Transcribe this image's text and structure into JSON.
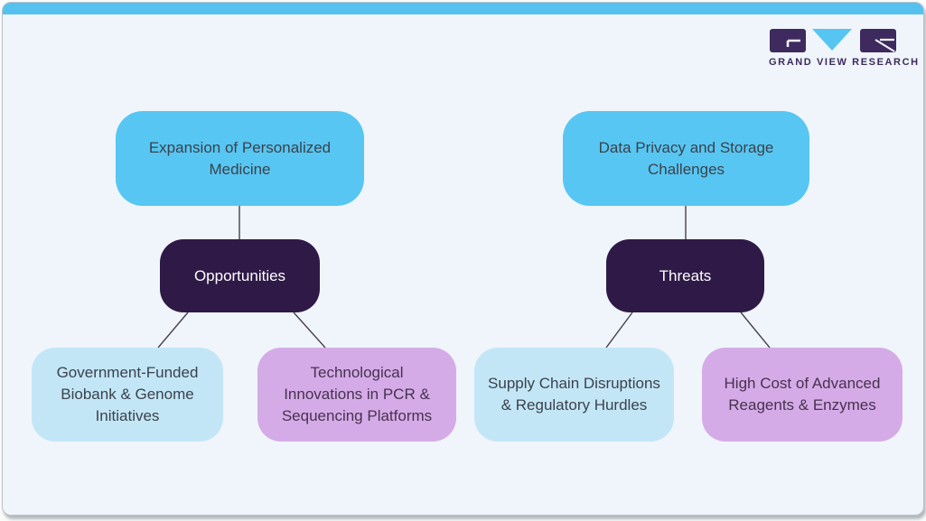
{
  "brand": {
    "name": "GRAND VIEW RESEARCH"
  },
  "colors": {
    "top_strip": "#55c1ef",
    "card_bg": "#eff5fa",
    "node_sky": "#57c6f2",
    "node_dark_purple": "#2f1947",
    "node_light_blue": "#c3e6f7",
    "node_light_purple": "#d5abe7",
    "text_dark": "#3b424c",
    "text_purple_box": "#46324f",
    "text_on_dark": "#ffffff",
    "connector": "#47404c",
    "logo_purple": "#3e2a5e",
    "logo_blue": "#56c5f2"
  },
  "diagram": {
    "groups": [
      {
        "root": {
          "label": "Expansion of Personalized Medicine"
        },
        "hub": {
          "label": "Opportunities"
        },
        "children": [
          {
            "label": "Government-Funded Biobank & Genome Initiatives"
          },
          {
            "label": "Technological Innovations in PCR & Sequencing Platforms"
          }
        ]
      },
      {
        "root": {
          "label": "Data Privacy and Storage Challenges"
        },
        "hub": {
          "label": "Threats"
        },
        "children": [
          {
            "label": "Supply Chain Disruptions & Regulatory Hurdles"
          },
          {
            "label": "High Cost of Advanced Reagents & Enzymes"
          }
        ]
      }
    ]
  }
}
